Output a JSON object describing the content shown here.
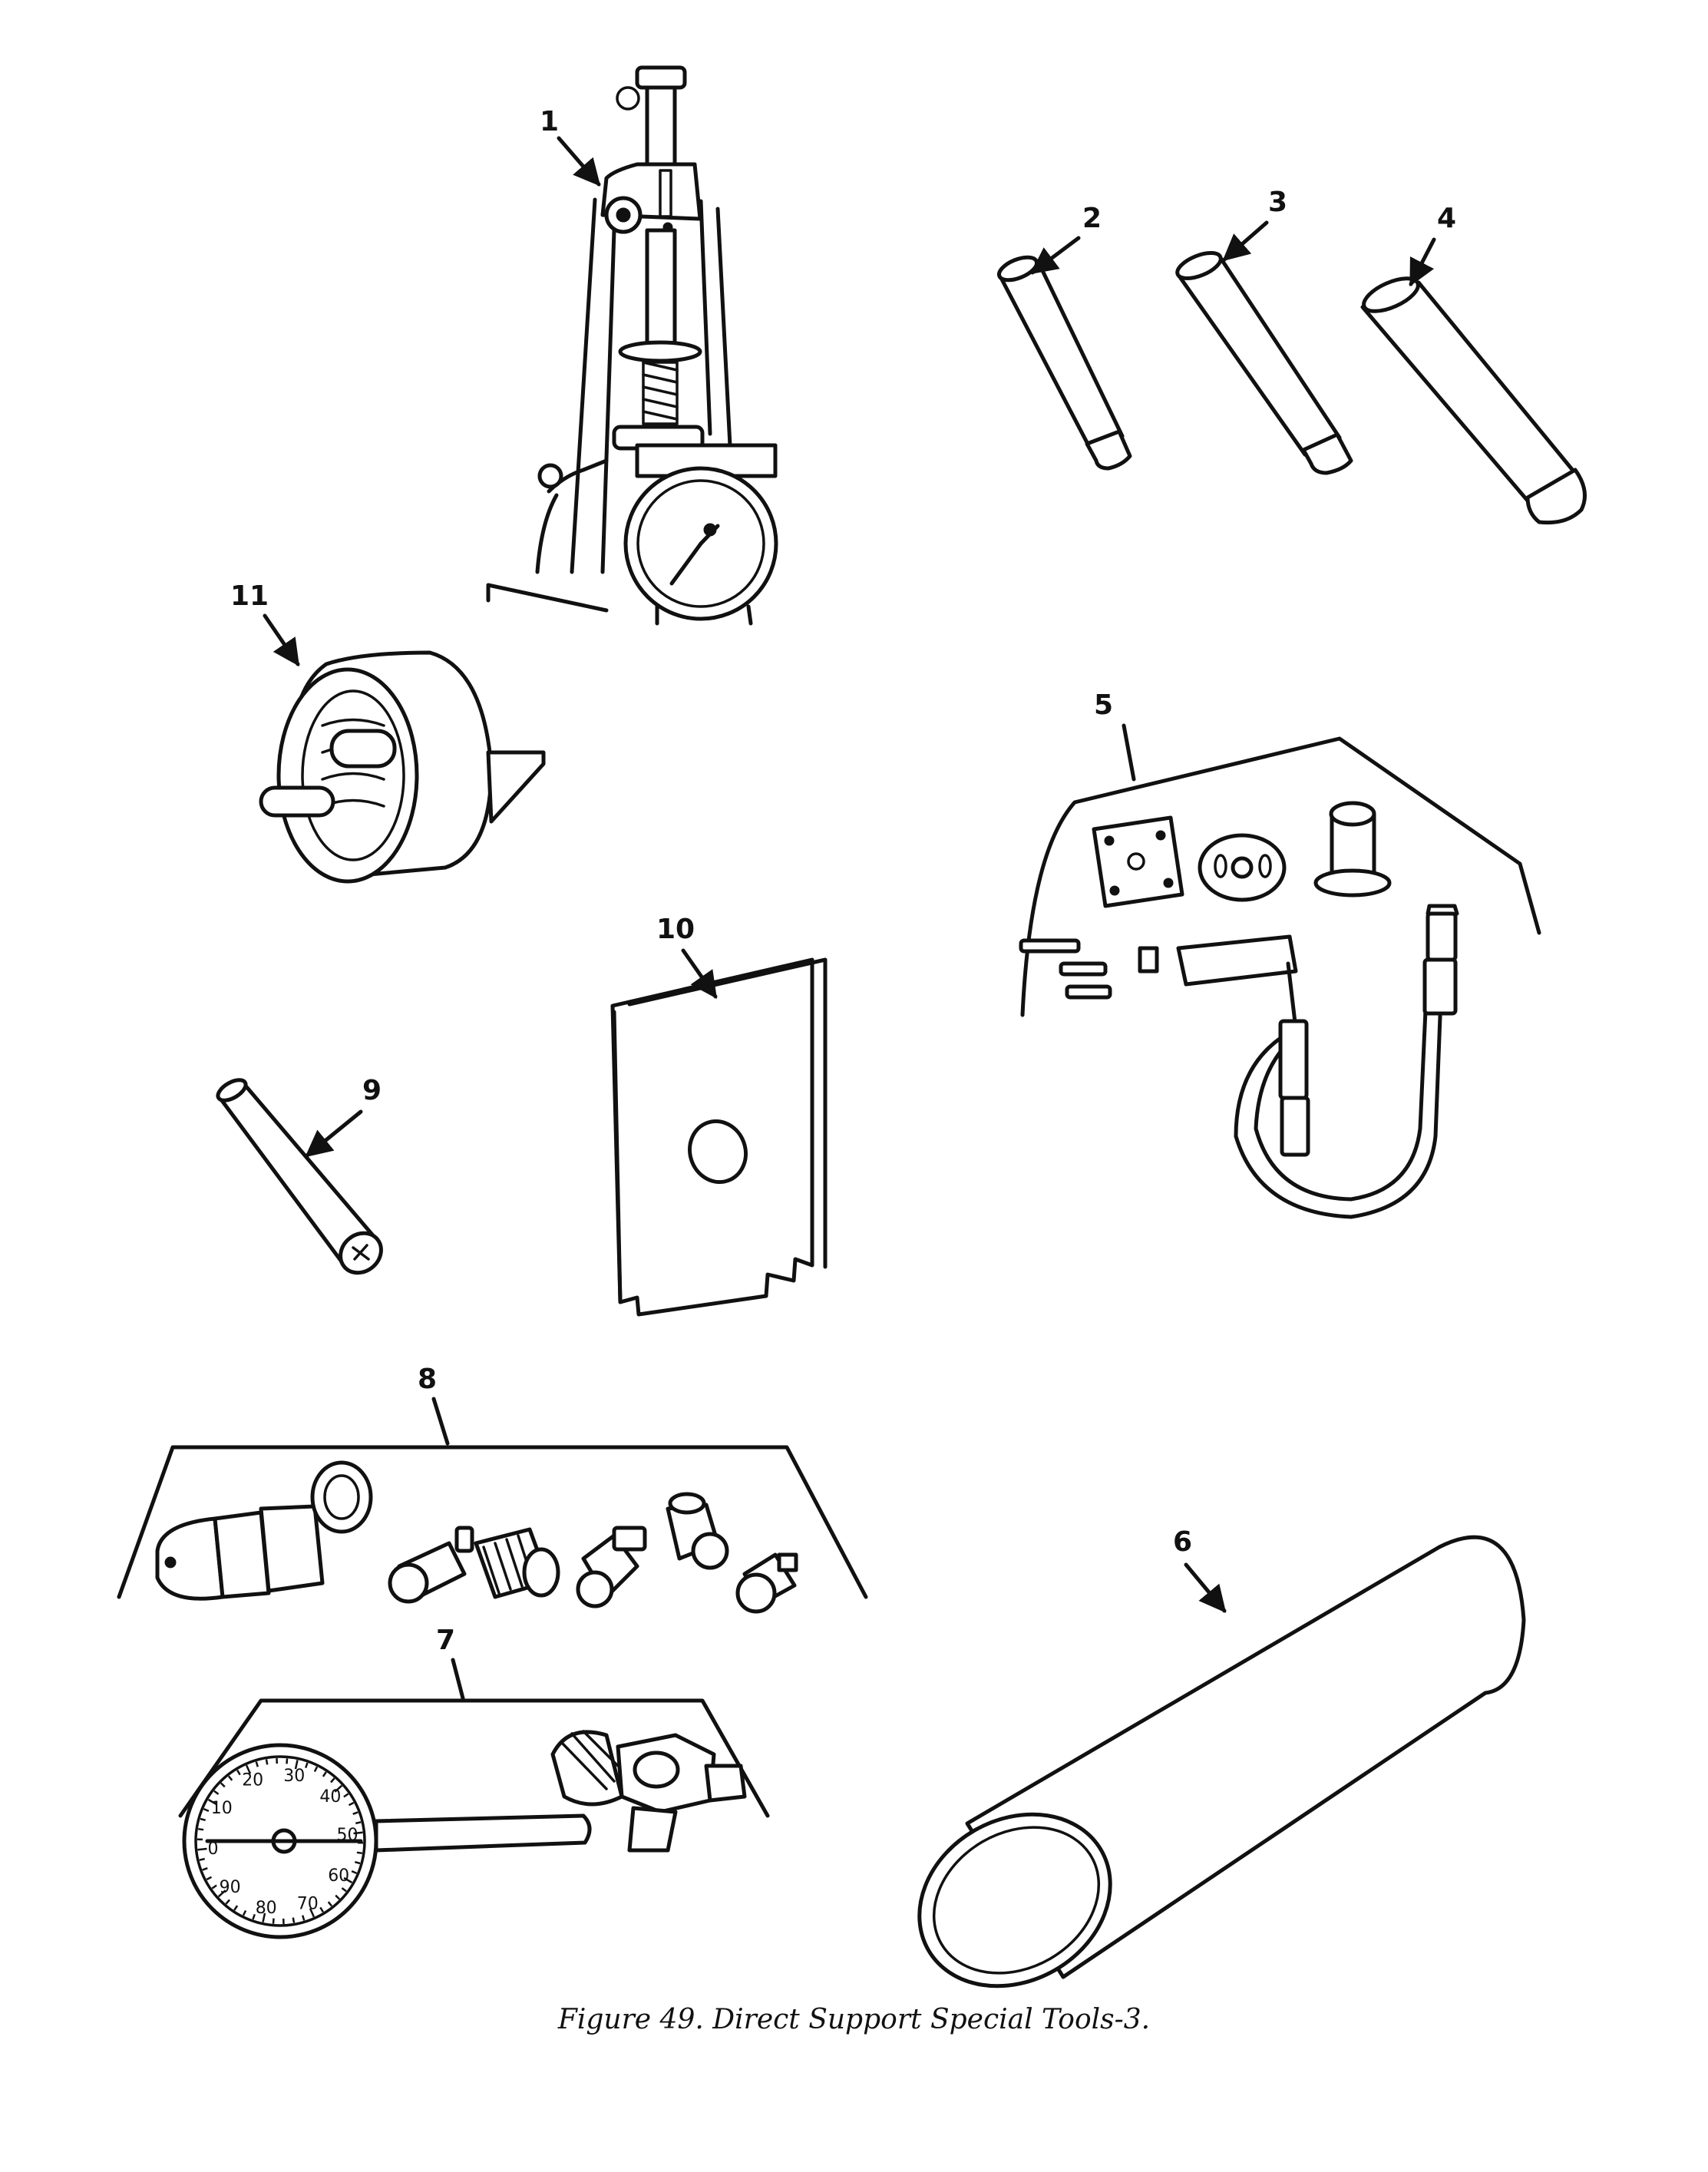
{
  "caption": "Figure 49. Direct Support Special Tools-3.",
  "callouts": [
    {
      "id": "1",
      "text": "1"
    },
    {
      "id": "2",
      "text": "2"
    },
    {
      "id": "3",
      "text": "3"
    },
    {
      "id": "4",
      "text": "4"
    },
    {
      "id": "5",
      "text": "5"
    },
    {
      "id": "6",
      "text": "6"
    },
    {
      "id": "7",
      "text": "7"
    },
    {
      "id": "8",
      "text": "8"
    },
    {
      "id": "9",
      "text": "9"
    },
    {
      "id": "10",
      "text": "10"
    },
    {
      "id": "11",
      "text": "11"
    }
  ],
  "gauge_7": {
    "ticks": [
      "10",
      "20",
      "30",
      "40",
      "50",
      "60",
      "70",
      "80",
      "90",
      "0"
    ]
  }
}
